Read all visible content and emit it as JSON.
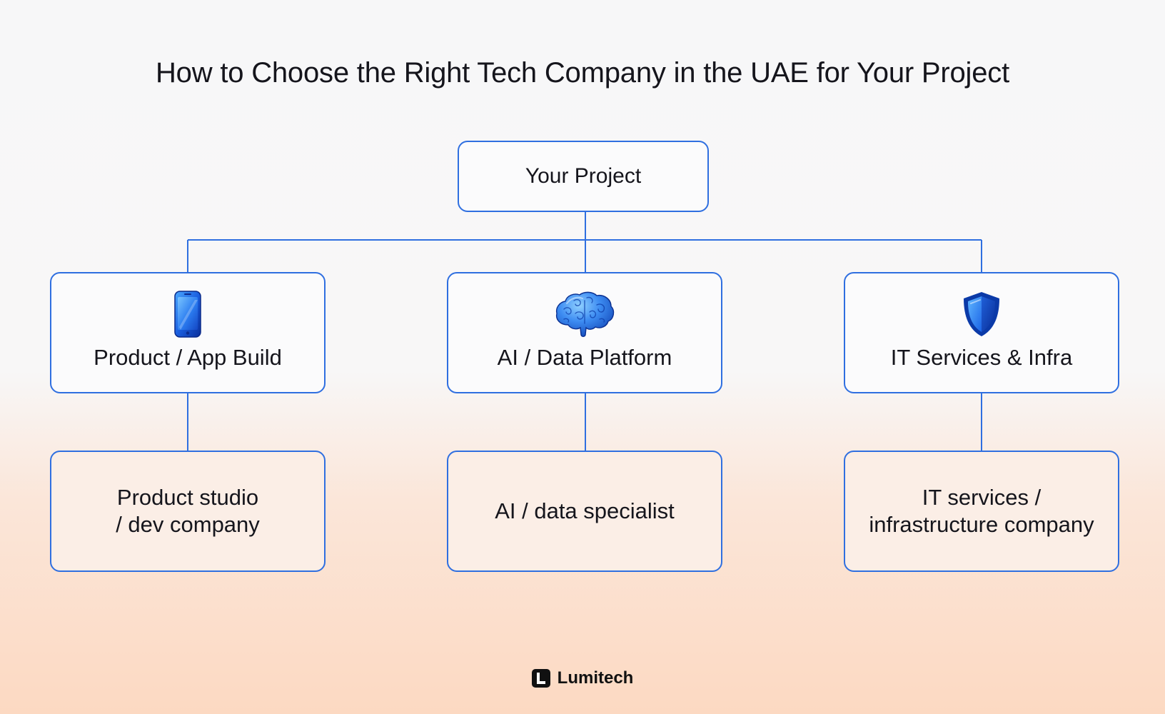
{
  "title": "How to Choose the Right Tech Company in the UAE for Your Project",
  "root": {
    "label": "Your Project"
  },
  "categories": [
    {
      "label": "Product / App Build",
      "icon": "smartphone-icon"
    },
    {
      "label": "AI / Data Platform",
      "icon": "brain-icon"
    },
    {
      "label": "IT Services & Infra",
      "icon": "shield-icon"
    }
  ],
  "results": [
    {
      "label": "Product studio\n/ dev company"
    },
    {
      "label": "AI / data specialist"
    },
    {
      "label": "IT services /\ninfrastructure company"
    }
  ],
  "brand": {
    "name": "Lumitech",
    "icon": "lumitech-logo-icon"
  },
  "colors": {
    "accent": "#2f6fe0",
    "text": "#15151c",
    "background_top": "#f7f7f8",
    "background_bottom": "#fcd9c2"
  }
}
